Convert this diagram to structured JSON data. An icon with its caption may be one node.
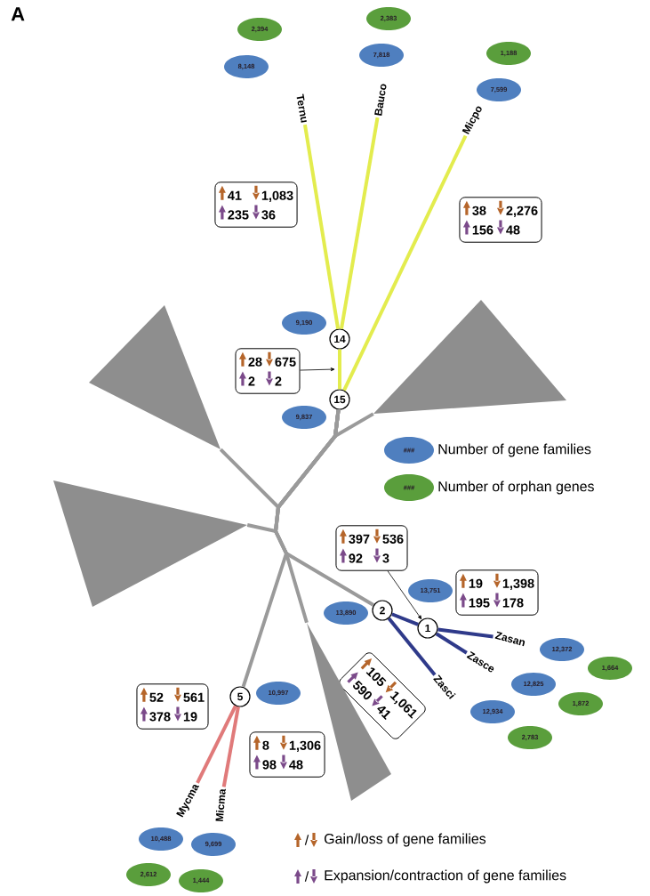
{
  "diagram": {
    "nodes": [
      {
        "text": [
          "2,394"
        ]
      },
      {
        "text": [
          "2,383"
        ]
      },
      {
        "text": [
          "1,188"
        ]
      },
      {
        "text": [
          "8,148"
        ]
      },
      {
        "text": [
          "7,818"
        ]
      },
      {
        "text": [
          "7,599"
        ]
      },
      {
        "text": [
          "Ternu"
        ]
      },
      {
        "text": [
          "Bauco"
        ]
      },
      {
        "text": [
          "Micpo"
        ]
      },
      {
        "text": [
          "41",
          "1,083",
          "235",
          "36"
        ]
      },
      {
        "text": [
          "38",
          "2,276",
          "156",
          "48"
        ]
      },
      {
        "text": [
          "9,190"
        ]
      },
      {
        "text": [
          "14"
        ]
      },
      {
        "text": [
          "28",
          "675",
          "2",
          "2"
        ]
      },
      {
        "text": [
          "15"
        ]
      },
      {
        "text": [
          "9,837"
        ]
      },
      {
        "text": [
          "397",
          "536",
          "92",
          "3"
        ]
      },
      {
        "text": [
          "19",
          "1,398",
          "195",
          "178"
        ]
      },
      {
        "text": [
          "13,751"
        ]
      },
      {
        "text": [
          "13,890"
        ]
      },
      {
        "text": [
          "2"
        ]
      },
      {
        "text": [
          "1"
        ]
      },
      {
        "text": [
          "Zasan"
        ]
      },
      {
        "text": [
          "Zasce"
        ]
      },
      {
        "text": [
          "Zasci"
        ]
      },
      {
        "text": [
          "105",
          "1,061",
          "590",
          "41"
        ]
      },
      {
        "text": [
          "12,372"
        ]
      },
      {
        "text": [
          "1,664"
        ]
      },
      {
        "text": [
          "12,825"
        ]
      },
      {
        "text": [
          "1,872"
        ]
      },
      {
        "text": [
          "12,934"
        ]
      },
      {
        "text": [
          "2,783"
        ]
      },
      {
        "text": [
          "52",
          "561",
          "378",
          "19"
        ]
      },
      {
        "text": [
          "5"
        ]
      },
      {
        "text": [
          "10,997"
        ]
      },
      {
        "text": [
          "8",
          "1,306",
          "98",
          "48"
        ]
      },
      {
        "text": [
          "Mycma"
        ]
      },
      {
        "text": [
          "Micma"
        ]
      },
      {
        "text": [
          "10,488"
        ]
      },
      {
        "text": [
          "9,699"
        ]
      },
      {
        "text": [
          "2,612"
        ]
      },
      {
        "text": [
          "1,444"
        ]
      },
      {
        "text": [],
        "shape": "triangle"
      },
      {
        "text": [],
        "shape": "triangle"
      },
      {
        "text": [],
        "shape": "triangle"
      },
      {
        "text": [],
        "shape": "triangle"
      }
    ],
    "edges": [
      {
        "from": 12,
        "to": 6,
        "arrow": "none",
        "color": "#e3ec4e"
      },
      {
        "from": 12,
        "to": 7,
        "arrow": "none",
        "color": "#e3ec4e"
      },
      {
        "from": 14,
        "to": 12,
        "arrow": "none",
        "color": "#e3ec4e"
      },
      {
        "from": 14,
        "to": 8,
        "arrow": "none",
        "color": "#e3ec4e"
      },
      {
        "from": 13,
        "to": null,
        "arrow": "to",
        "color": "#000000"
      },
      {
        "from": 20,
        "to": 21,
        "arrow": "none",
        "color": "#2f3a8a"
      },
      {
        "from": 20,
        "to": 24,
        "arrow": "none",
        "color": "#2f3a8a"
      },
      {
        "from": 21,
        "to": 22,
        "arrow": "none",
        "color": "#2f3a8a"
      },
      {
        "from": 21,
        "to": 23,
        "arrow": "none",
        "color": "#2f3a8a"
      },
      {
        "from": 16,
        "to": 21,
        "arrow": "to",
        "color": "#000000"
      },
      {
        "from": 33,
        "to": 36,
        "arrow": "none",
        "color": "#e07a7a"
      },
      {
        "from": 33,
        "to": 37,
        "arrow": "none",
        "color": "#e07a7a"
      },
      {
        "from": 14,
        "to": 42,
        "arrow": "none",
        "color": "#9a9a9a"
      },
      {
        "from": 14,
        "to": 43,
        "arrow": "none",
        "color": "#9a9a9a"
      },
      {
        "from": 14,
        "to": 44,
        "arrow": "none",
        "color": "#9a9a9a"
      },
      {
        "from": 14,
        "to": 20,
        "arrow": "none",
        "color": "#9a9a9a"
      },
      {
        "from": 14,
        "to": 45,
        "arrow": "none",
        "color": "#9a9a9a"
      },
      {
        "from": 14,
        "to": 33,
        "arrow": "none",
        "color": "#9a9a9a"
      }
    ],
    "labels": [
      "A",
      "###",
      "###",
      "/",
      "/"
    ],
    "legend": [
      {
        "text": "Number of gene families",
        "color": "#4f7fbf"
      },
      {
        "text": "Number of orphan genes",
        "color": "#5a9e3c"
      },
      {
        "text": "Gain/loss of gene families"
      },
      {
        "text": "Expansion/contraction of gene families"
      }
    ]
  }
}
